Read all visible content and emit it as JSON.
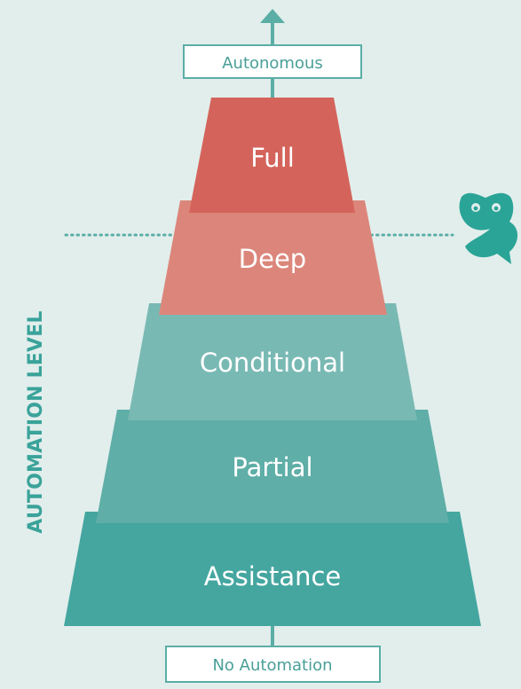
{
  "diagram": {
    "top_label": "Autonomous",
    "bottom_label": "No Automation",
    "axis_label": "AUTOMATION LEVEL",
    "levels": [
      {
        "label": "Assistance",
        "color": "#45a6a0"
      },
      {
        "label": "Partial",
        "color": "#5faea8"
      },
      {
        "label": "Conditional",
        "color": "#79b9b4"
      },
      {
        "label": "Deep",
        "color": "#dc867b"
      },
      {
        "label": "Full",
        "color": "#d4645b"
      }
    ]
  },
  "colors": {
    "background": "#e2eeec",
    "teal": "#3aa39a",
    "axis": "#5aaea6",
    "owl": "#2aa497"
  },
  "icons": {
    "mascot": "owl-icon"
  }
}
